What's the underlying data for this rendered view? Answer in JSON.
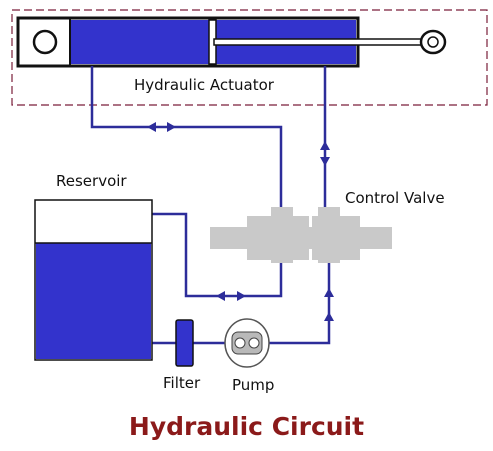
{
  "title": "Hydraulic Circuit",
  "labels": {
    "actuator": "Hydraulic Actuator",
    "reservoir": "Reservoir",
    "control_valve": "Control Valve",
    "filter": "Filter",
    "pump": "Pump"
  },
  "colors": {
    "fluid_blue": "#3333cc",
    "pipe_blue": "#2d2d9a",
    "valve_gray": "#c9c9c9",
    "frame_dash": "#7a1e3a",
    "title_red": "#8b1a1a"
  },
  "icons": [
    "flow-arrow-icon",
    "pump-gear-icon"
  ]
}
